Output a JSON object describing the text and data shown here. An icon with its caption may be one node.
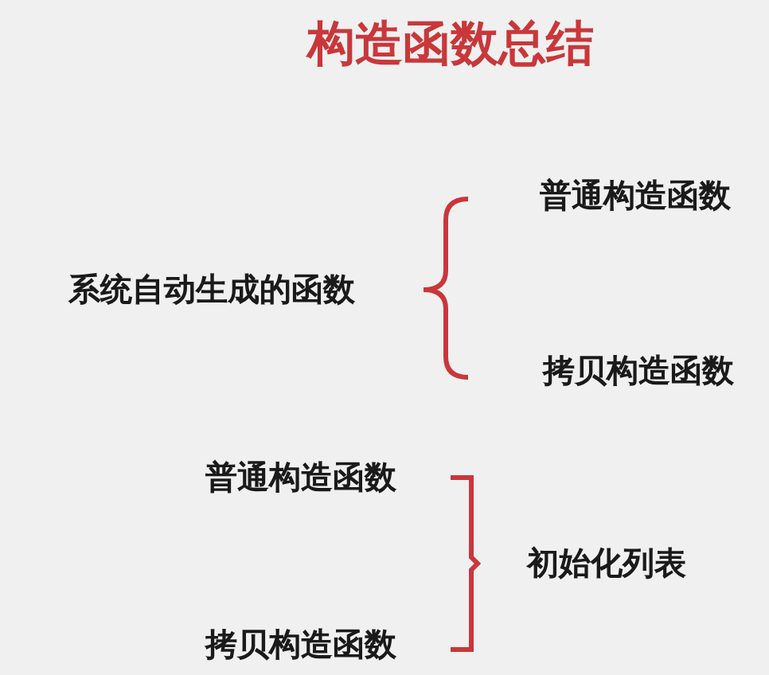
{
  "diagram": {
    "title": "构造函数总结",
    "labels": [
      "普通构造函数",
      "系统自动生成的函数",
      "拷贝构造函数",
      "普通构造函数",
      "初始化列表",
      "拷贝构造函数"
    ]
  }
}
